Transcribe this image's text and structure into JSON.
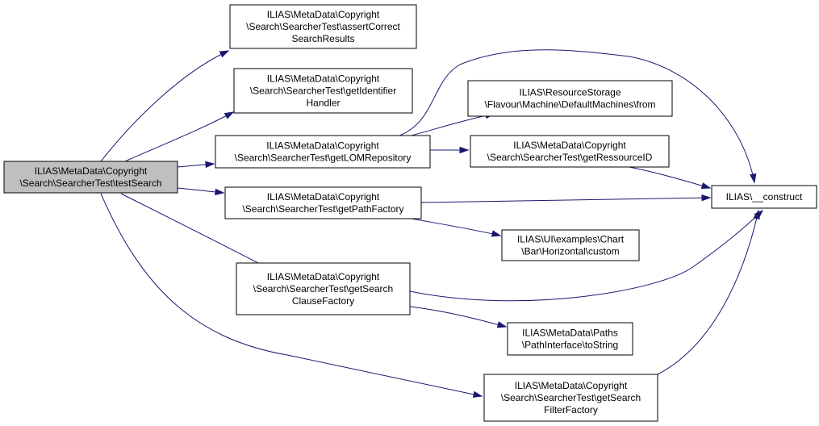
{
  "colors": {
    "edge": "#191970",
    "root_fill": "#bfbfbf",
    "node_fill": "#ffffff",
    "border": "#000000"
  },
  "nodes": [
    {
      "id": "testSearch",
      "lines": [
        "ILIAS\\MetaData\\Copyright",
        "\\Search\\SearcherTest\\testSearch"
      ]
    },
    {
      "id": "assertCorrect",
      "lines": [
        "ILIAS\\MetaData\\Copyright",
        "\\Search\\SearcherTest\\assertCorrect",
        "SearchResults"
      ]
    },
    {
      "id": "getIdentifier",
      "lines": [
        "ILIAS\\MetaData\\Copyright",
        "\\Search\\SearcherTest\\getIdentifier",
        "Handler"
      ]
    },
    {
      "id": "getLOM",
      "lines": [
        "ILIAS\\MetaData\\Copyright",
        "\\Search\\SearcherTest\\getLOMRepository"
      ]
    },
    {
      "id": "getPathFactory",
      "lines": [
        "ILIAS\\MetaData\\Copyright",
        "\\Search\\SearcherTest\\getPathFactory"
      ]
    },
    {
      "id": "getClause",
      "lines": [
        "ILIAS\\MetaData\\Copyright",
        "\\Search\\SearcherTest\\getSearch",
        "ClauseFactory"
      ]
    },
    {
      "id": "getFilter",
      "lines": [
        "ILIAS\\MetaData\\Copyright",
        "\\Search\\SearcherTest\\getSearch",
        "FilterFactory"
      ]
    },
    {
      "id": "from",
      "lines": [
        "ILIAS\\ResourceStorage",
        "\\Flavour\\Machine\\DefaultMachines\\from"
      ]
    },
    {
      "id": "getRessource",
      "lines": [
        "ILIAS\\MetaData\\Copyright",
        "\\Search\\SearcherTest\\getRessourceID"
      ]
    },
    {
      "id": "construct",
      "lines": [
        "ILIAS\\__construct"
      ]
    },
    {
      "id": "custom",
      "lines": [
        "ILIAS\\UI\\examples\\Chart",
        "\\Bar\\Horizontal\\custom"
      ]
    },
    {
      "id": "toString",
      "lines": [
        "ILIAS\\MetaData\\Paths",
        "\\PathInterface\\toString"
      ]
    }
  ],
  "edges": [
    {
      "from": "testSearch",
      "to": "assertCorrect"
    },
    {
      "from": "testSearch",
      "to": "getIdentifier"
    },
    {
      "from": "testSearch",
      "to": "getLOM"
    },
    {
      "from": "testSearch",
      "to": "getPathFactory"
    },
    {
      "from": "testSearch",
      "to": "getClause"
    },
    {
      "from": "testSearch",
      "to": "getFilter"
    },
    {
      "from": "getLOM",
      "to": "construct"
    },
    {
      "from": "getLOM",
      "to": "from"
    },
    {
      "from": "getLOM",
      "to": "getRessource"
    },
    {
      "from": "getRessource",
      "to": "construct"
    },
    {
      "from": "getPathFactory",
      "to": "construct"
    },
    {
      "from": "getPathFactory",
      "to": "custom"
    },
    {
      "from": "getClause",
      "to": "construct"
    },
    {
      "from": "getClause",
      "to": "toString"
    },
    {
      "from": "getFilter",
      "to": "construct"
    }
  ]
}
